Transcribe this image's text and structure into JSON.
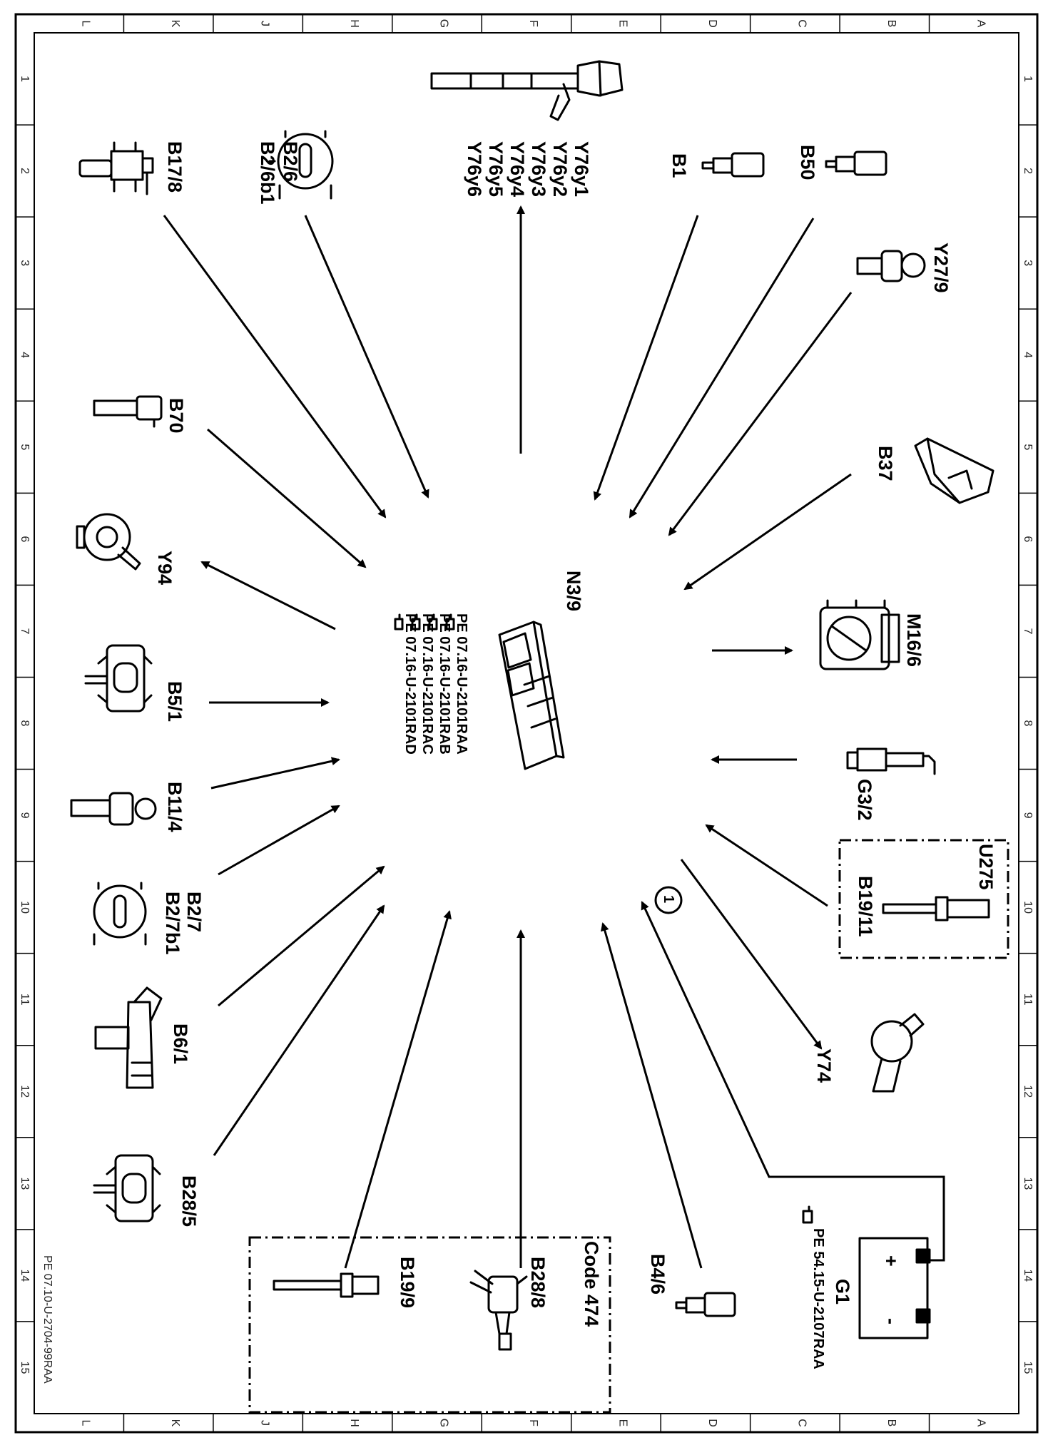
{
  "sheet": {
    "doc_ref": "PE 07.10-U-2704-99RAA",
    "grid_letters": [
      "L",
      "K",
      "J",
      "H",
      "G",
      "F",
      "E",
      "D",
      "C",
      "B",
      "A"
    ],
    "grid_numbers": [
      "1",
      "2",
      "3",
      "4",
      "5",
      "6",
      "7",
      "8",
      "9",
      "10",
      "11",
      "12",
      "13",
      "14",
      "15"
    ]
  },
  "center": {
    "label": "N3/9",
    "refs": [
      "PE 07.16-U-2101RAA",
      "PE 07.16-U-2101RAB",
      "PE 07.16-U-2101RAC",
      "PE 07.16-U-2101RAD"
    ]
  },
  "components": {
    "b17_8": "B17/8",
    "b2_6": [
      "B2/6",
      "B2/6b1"
    ],
    "y76": [
      "Y76y1",
      "Y76y2",
      "Y76y3",
      "Y76y4",
      "Y76y5",
      "Y76y6"
    ],
    "b1": "B1",
    "b50": "B50",
    "y27_9": "Y27/9",
    "b70": "B70",
    "b37": "B37",
    "y94": "Y94",
    "m16_6": "M16/6",
    "b5_1": "B5/1",
    "g3_2": "G3/2",
    "b11_4": "B11/4",
    "u275": "U275",
    "b19_11": "B19/11",
    "b2_7": [
      "B2/7",
      "B2/7b1"
    ],
    "y74": "Y74",
    "b6_1": "B6/1",
    "b28_5": "B28/5",
    "g1": "G1",
    "g1_ref": "PE 54.15-U-2107RAA",
    "b4_6": "B4/6",
    "code": "Code 474",
    "b28_8": "B28/8",
    "b19_9": "B19/9",
    "callout": "1",
    "battery_plus": "+",
    "battery_minus": "-"
  }
}
